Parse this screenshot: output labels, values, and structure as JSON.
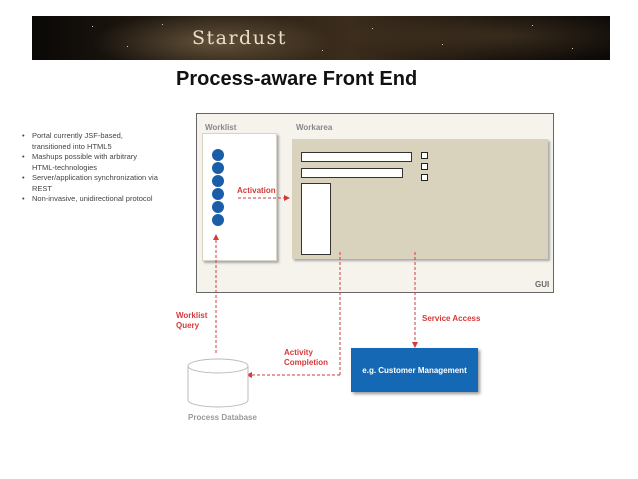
{
  "banner": {
    "logo_text": "Stardust"
  },
  "slide": {
    "title": "Process-aware Front End"
  },
  "bullets": [
    "Portal currently JSF-based, transitioned into HTML5",
    "Mashups possible with arbitrary HTML-technologies",
    "Server/application synchronization via REST",
    "Non-invasive, unidirectional protocol"
  ],
  "diagram": {
    "worklist_label": "Worklist",
    "workarea_label": "Workarea",
    "gui_label": "GUI",
    "activation_label": "Activation",
    "worklist_query_label": "Worklist Query",
    "service_access_label": "Service Access",
    "activity_completion_label": "Activity Completion",
    "customer_management_label": "e.g. Customer Management",
    "process_database_label": "Process Database"
  },
  "colors": {
    "accent_red": "#d63a3a",
    "node_blue": "#1468b4",
    "panel_tan": "#d9d3bd"
  }
}
